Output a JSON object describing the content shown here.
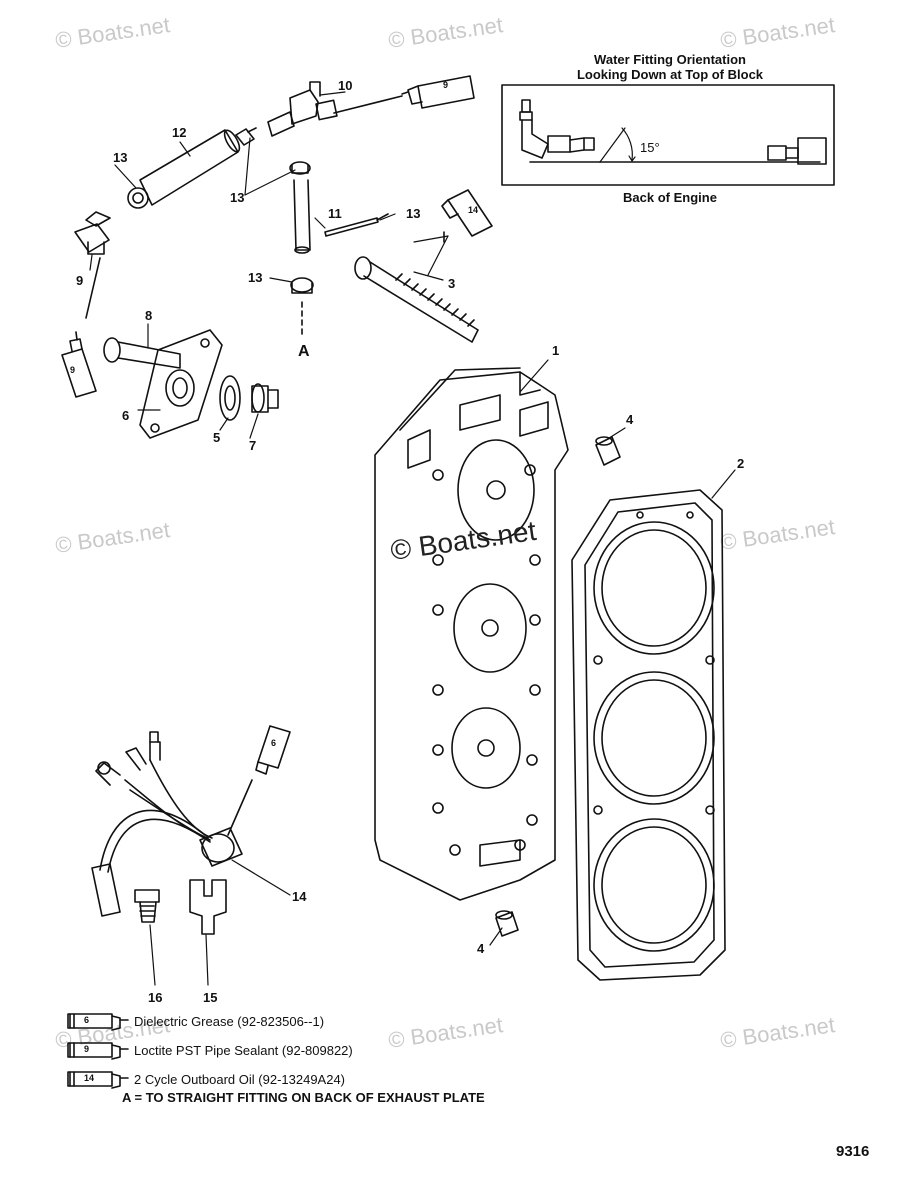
{
  "watermark": "© Boats.net",
  "inset": {
    "title_line1": "Water Fitting Orientation",
    "title_line2": "Looking Down at Top of Block",
    "angle": "15°",
    "caption": "Back of Engine"
  },
  "callouts": {
    "c1": "1",
    "c2": "2",
    "c3": "3",
    "c4a": "4",
    "c4b": "4",
    "c5": "5",
    "c6": "6",
    "c7": "7",
    "c8": "8",
    "c9": "9",
    "c10": "10",
    "c11": "11",
    "c12": "12",
    "c13a": "13",
    "c13b": "13",
    "c13c": "13",
    "c13d": "13",
    "c14a": "14",
    "c15": "15",
    "c16": "16",
    "cA": "A"
  },
  "tubes": {
    "t6": "6",
    "t9": "9",
    "t14": "14"
  },
  "legend": [
    {
      "tube": "6",
      "text": "Dielectric Grease (92-823506--1)"
    },
    {
      "tube": "9",
      "text": "Loctite PST Pipe Sealant (92-809822)"
    },
    {
      "tube": "14",
      "text": "2 Cycle Outboard Oil (92-13249A24)"
    }
  ],
  "note": "A = TO STRAIGHT FITTING ON BACK OF EXHAUST PLATE",
  "figure_number": "9316"
}
